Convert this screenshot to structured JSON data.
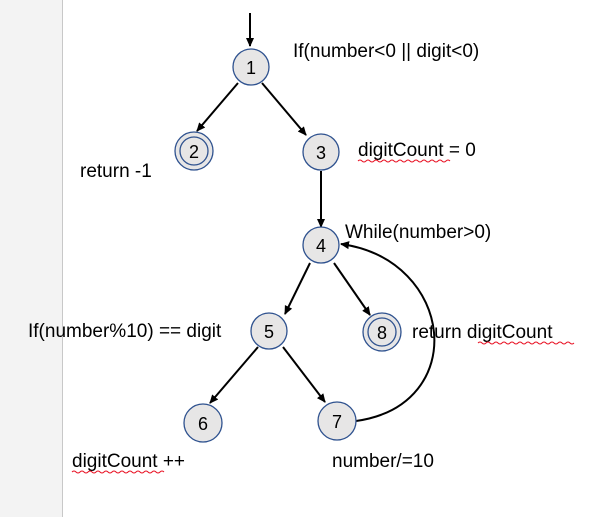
{
  "nodes": [
    {
      "id": "1",
      "label": "1",
      "final": false
    },
    {
      "id": "2",
      "label": "2",
      "final": true
    },
    {
      "id": "3",
      "label": "3",
      "final": false
    },
    {
      "id": "4",
      "label": "4",
      "final": false
    },
    {
      "id": "5",
      "label": "5",
      "final": false
    },
    {
      "id": "6",
      "label": "6",
      "final": false
    },
    {
      "id": "7",
      "label": "7",
      "final": false
    },
    {
      "id": "8",
      "label": "8",
      "final": true
    }
  ],
  "edges": [
    {
      "from": "entry",
      "to": "1"
    },
    {
      "from": "1",
      "to": "2"
    },
    {
      "from": "1",
      "to": "3"
    },
    {
      "from": "3",
      "to": "4"
    },
    {
      "from": "4",
      "to": "5"
    },
    {
      "from": "4",
      "to": "8"
    },
    {
      "from": "5",
      "to": "6"
    },
    {
      "from": "5",
      "to": "7"
    },
    {
      "from": "7",
      "to": "4"
    }
  ],
  "annotations": {
    "node1": "If(number<0 || digit<0)",
    "node2": "return -1",
    "node3": "digitCount = 0",
    "node4": "While(number>0)",
    "node5": "If(number%10) == digit",
    "node6": "digitCount ++",
    "node7": "number/=10",
    "node8": "return digitCount"
  },
  "colors": {
    "node_fill": "#e7e6e6",
    "node_stroke": "#2f528f",
    "spellcheck": "#e81123"
  }
}
